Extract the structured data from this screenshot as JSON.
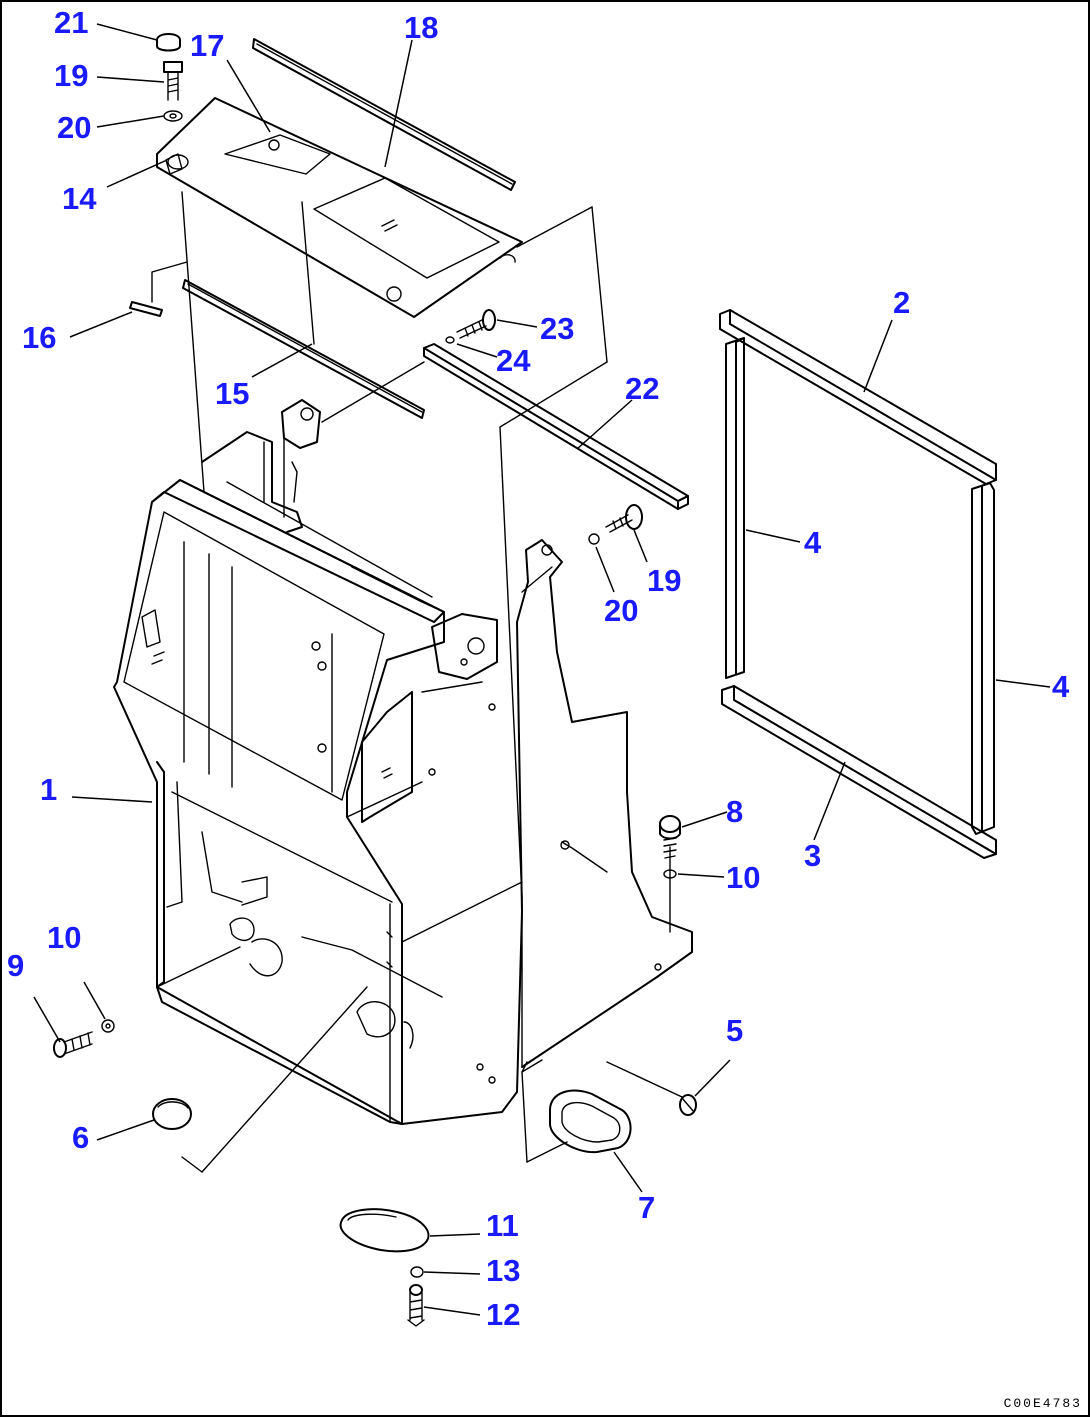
{
  "accent_color": "#1a1aff",
  "line_color": "#000000",
  "callouts": {
    "c1": "1",
    "c2": "2",
    "c3": "3",
    "c4a": "4",
    "c4b": "4",
    "c5": "5",
    "c6": "6",
    "c7": "7",
    "c8": "8",
    "c9": "9",
    "c10a": "10",
    "c10b": "10",
    "c11": "11",
    "c12": "12",
    "c13": "13",
    "c14": "14",
    "c15": "15",
    "c16": "16",
    "c17": "17",
    "c18": "18",
    "c19a": "19",
    "c19b": "19",
    "c20a": "20",
    "c20b": "20",
    "c21": "21",
    "c22": "22",
    "c23": "23",
    "c24": "24"
  },
  "drawing_code": "C00E4783"
}
